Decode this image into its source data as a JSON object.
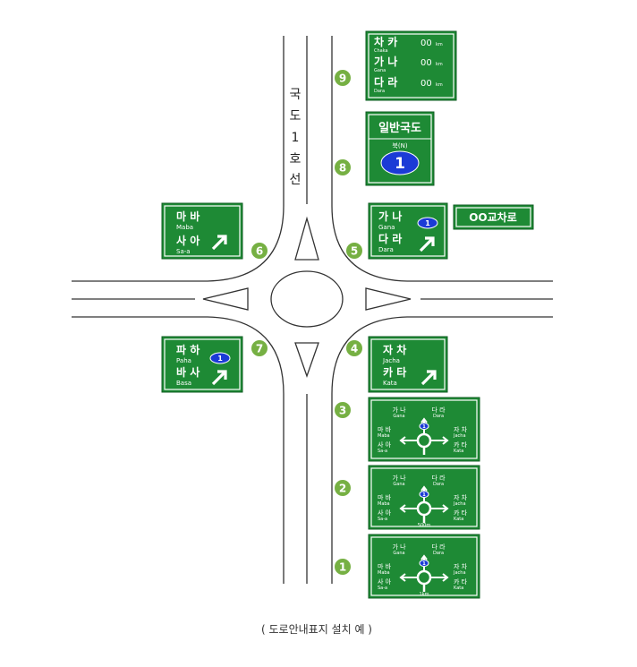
{
  "road_name": [
    "국",
    "도",
    "1",
    "호",
    "선"
  ],
  "caption": "( 도로안내표지 설치 예 )",
  "route_number": "1",
  "intersection_name": "OO교차로",
  "colors": {
    "sign": "#1e8a35",
    "badge": "#76b043",
    "route": "#1b3bd6"
  },
  "signs": {
    "s9": {
      "badge": "9",
      "rows": [
        {
          "ko": "차 카",
          "en": "Chaka",
          "dist": "00",
          "unit": "km"
        },
        {
          "ko": "가 나",
          "en": "Gana",
          "dist": "00",
          "unit": "km"
        },
        {
          "ko": "다 라",
          "en": "Dara",
          "dist": "00",
          "unit": "km"
        }
      ]
    },
    "s8": {
      "badge": "8",
      "title": "일반국도",
      "direction": "북(N)",
      "route": "1"
    },
    "s6": {
      "badge": "6",
      "l1": "마 바",
      "e1": "Maba",
      "l2": "사 아",
      "e2": "Sa-a"
    },
    "s5": {
      "badge": "5",
      "l1": "가 나",
      "e1": "Gana",
      "l2": "다 라",
      "e2": "Dara",
      "route": "1"
    },
    "s7": {
      "badge": "7",
      "l1": "파 하",
      "e1": "Paha",
      "l2": "바 사",
      "e2": "Basa",
      "route": "1"
    },
    "s4": {
      "badge": "4",
      "l1": "자 차",
      "e1": "Jacha",
      "l2": "카 타",
      "e2": "Kata"
    },
    "s3": {
      "badge": "3",
      "dist": ""
    },
    "s2": {
      "badge": "2",
      "dist": "500m"
    },
    "s1": {
      "badge": "1",
      "dist": "1km"
    },
    "round": {
      "top1": "가 나",
      "top1e": "Gana",
      "top2": "다 라",
      "top2e": "Dara",
      "l1": "마 바",
      "l1e": "Maba",
      "l2": "사 아",
      "l2e": "Sa-a",
      "r1": "자 차",
      "r1e": "Jacha",
      "r2": "카 타",
      "r2e": "Kata",
      "route": "1"
    }
  }
}
